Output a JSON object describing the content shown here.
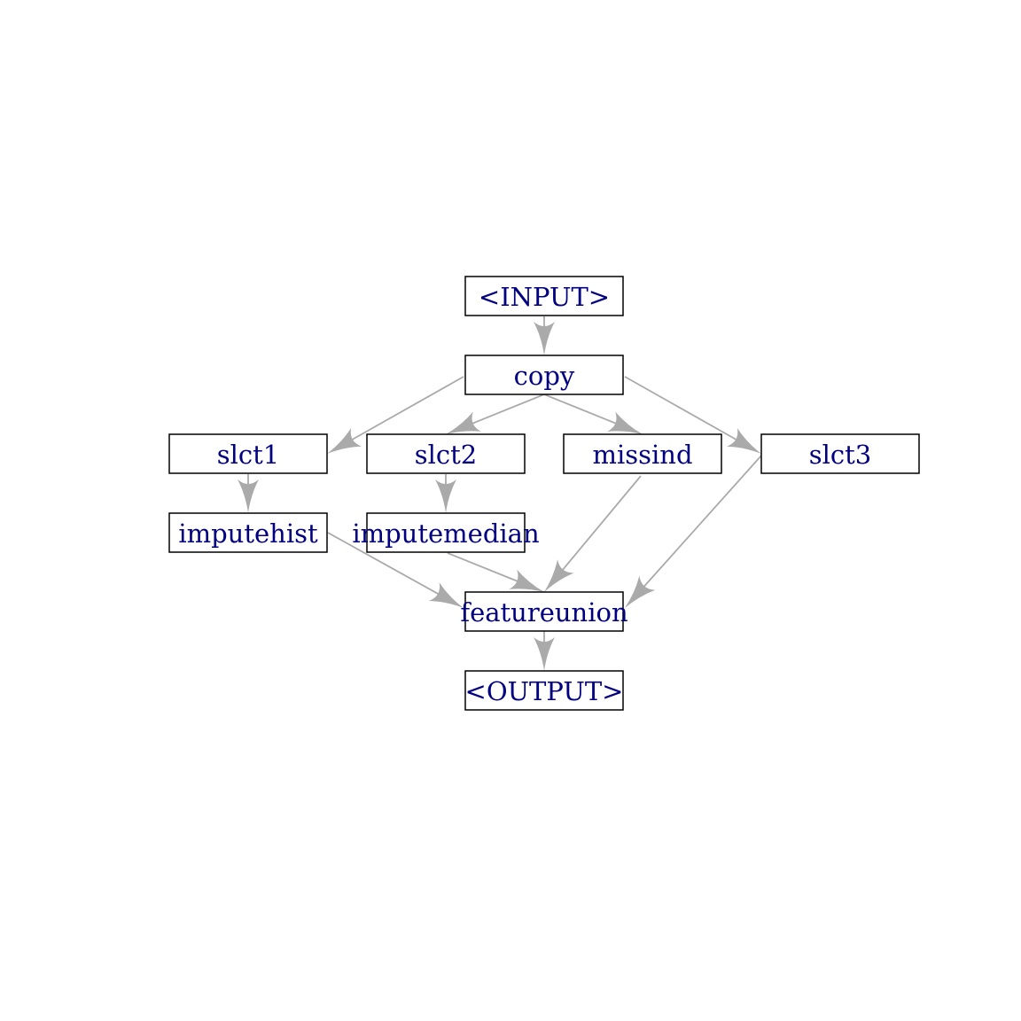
{
  "graph": {
    "nodes": [
      {
        "id": "input",
        "label": "<INPUT>"
      },
      {
        "id": "copy",
        "label": "copy"
      },
      {
        "id": "slct1",
        "label": "slct1"
      },
      {
        "id": "slct2",
        "label": "slct2"
      },
      {
        "id": "missind",
        "label": "missind"
      },
      {
        "id": "slct3",
        "label": "slct3"
      },
      {
        "id": "imputehist",
        "label": "imputehist"
      },
      {
        "id": "imputemedian",
        "label": "imputemedian"
      },
      {
        "id": "featureunion",
        "label": "featureunion"
      },
      {
        "id": "output",
        "label": "<OUTPUT>"
      }
    ],
    "edges": [
      {
        "from": "input",
        "to": "copy"
      },
      {
        "from": "copy",
        "to": "slct1"
      },
      {
        "from": "copy",
        "to": "slct2"
      },
      {
        "from": "copy",
        "to": "missind"
      },
      {
        "from": "copy",
        "to": "slct3"
      },
      {
        "from": "slct1",
        "to": "imputehist"
      },
      {
        "from": "slct2",
        "to": "imputemedian"
      },
      {
        "from": "imputehist",
        "to": "featureunion"
      },
      {
        "from": "imputemedian",
        "to": "featureunion"
      },
      {
        "from": "missind",
        "to": "featureunion"
      },
      {
        "from": "slct3",
        "to": "featureunion"
      },
      {
        "from": "featureunion",
        "to": "output"
      }
    ]
  },
  "colors": {
    "label": "#000080",
    "edge": "#aaaaaa",
    "box_border": "#000000"
  }
}
